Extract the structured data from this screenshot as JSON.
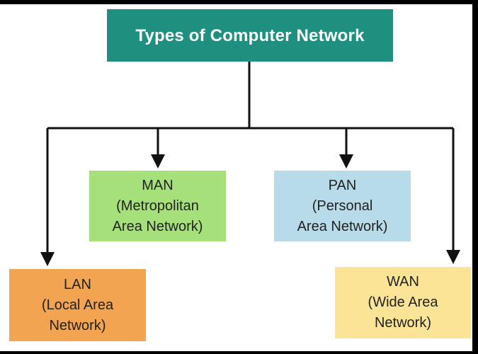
{
  "diagram": {
    "root": {
      "label": "Types of  Computer Network"
    },
    "nodes": [
      {
        "id": "lan",
        "lines": [
          "LAN",
          "(Local Area",
          "Network)"
        ]
      },
      {
        "id": "man",
        "lines": [
          "MAN",
          "(Metropolitan",
          "Area Network)"
        ]
      },
      {
        "id": "pan",
        "lines": [
          "PAN",
          "(Personal",
          "Area Network)"
        ]
      },
      {
        "id": "wan",
        "lines": [
          "WAN",
          "(Wide Area",
          "Network)"
        ]
      }
    ],
    "edges": [
      {
        "from": "root",
        "to": "lan"
      },
      {
        "from": "root",
        "to": "man"
      },
      {
        "from": "root",
        "to": "pan"
      },
      {
        "from": "root",
        "to": "wan"
      }
    ]
  },
  "colors": {
    "root_fill": "#1f8f7f",
    "lan_fill": "#f2a451",
    "man_fill": "#a6e07a",
    "pan_fill": "#b7dbe8",
    "wan_fill": "#fce496",
    "connector": "#111111",
    "background": "#ffffff"
  }
}
